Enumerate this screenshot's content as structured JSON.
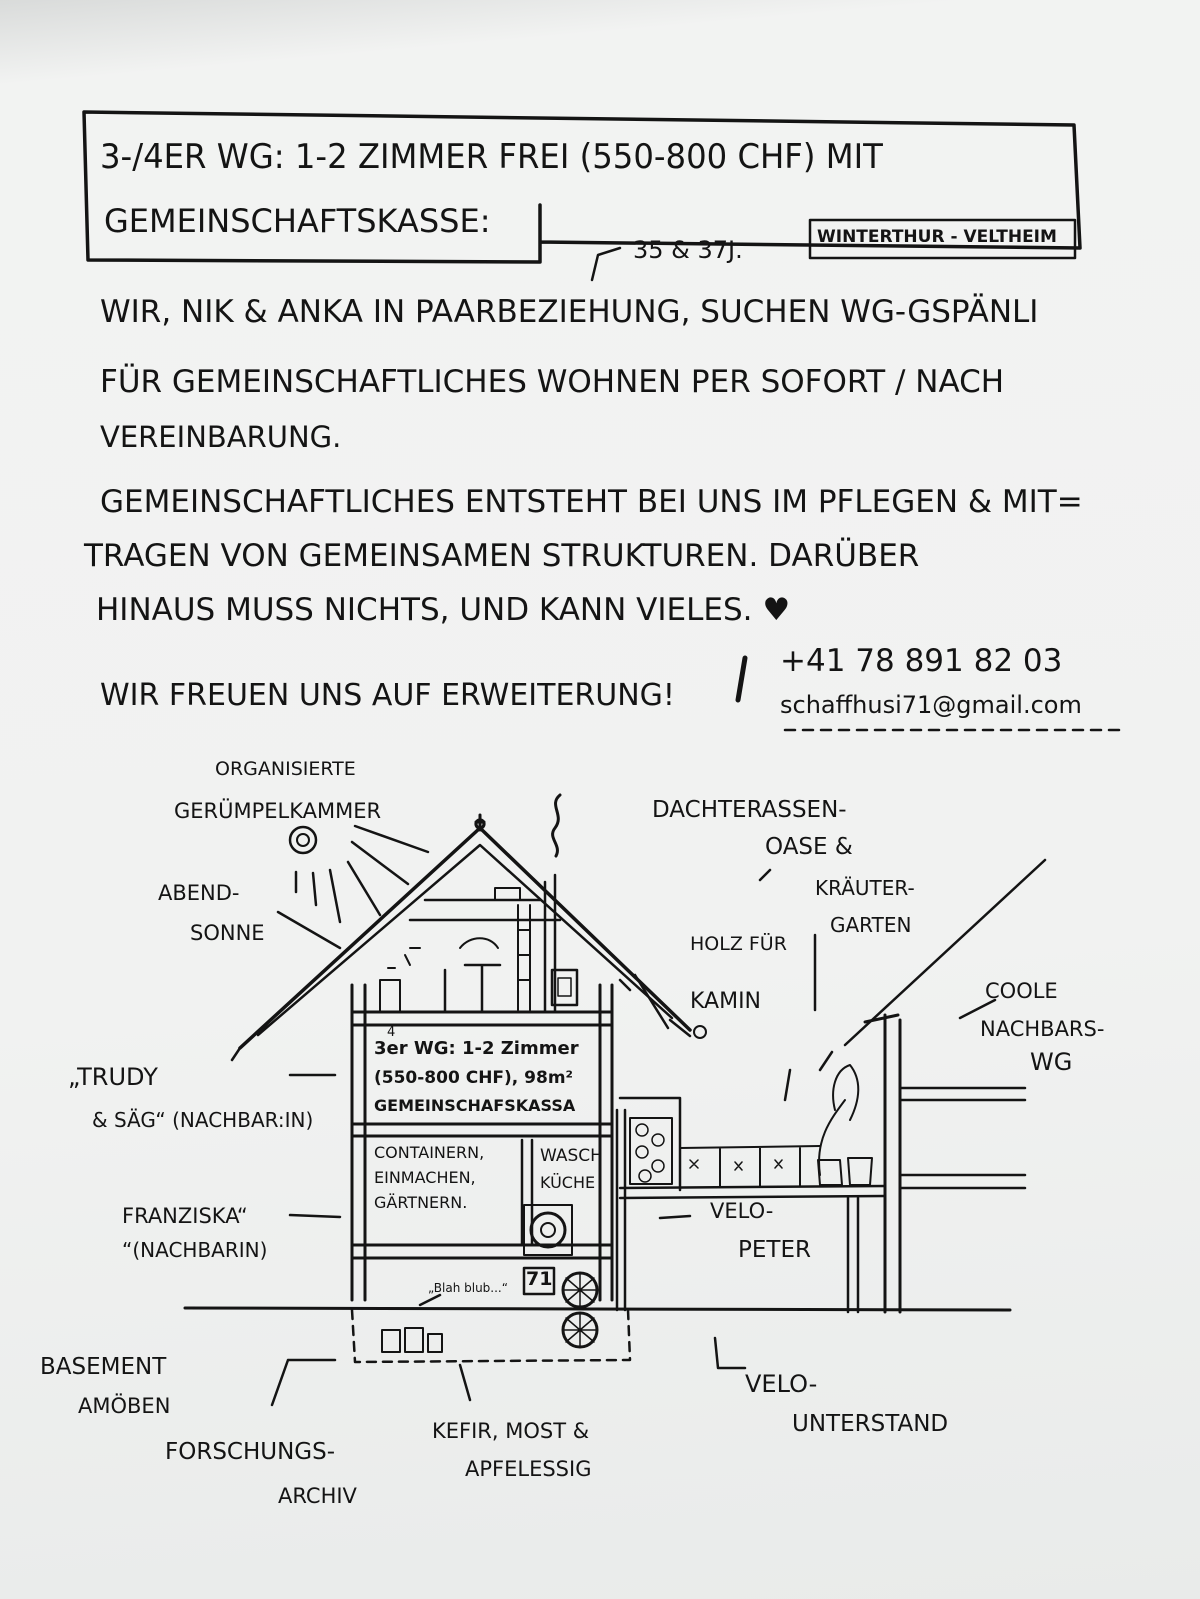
{
  "title_box": {
    "line1": "3-/4ER WG: 1-2 ZIMMER FREI (550-800 CHF) MIT",
    "line2": "GEMEINSCHAFTSKASSE:"
  },
  "location_tag": "WINTERTHUR - VELTHEIM",
  "ages_note": "35 & 37J.",
  "body": {
    "line1": "WIR, NIK & ANKA IN PAARBEZIEHUNG, SUCHEN WG-GSPÄNLI",
    "line2": "FÜR GEMEINSCHAFTLICHES WOHNEN PER SOFORT / NACH",
    "line3": "VEREINBARUNG.",
    "line4": "GEMEINSCHAFTLICHES ENTSTEHT BEI UNS IM PFLEGEN & MIT=",
    "line5": "TRAGEN VON GEMEINSAMEN STRUKTUREN. DARÜBER",
    "line6": "HINAUS MUSS NICHTS, UND KANN VIELES. ♥",
    "line7": "WIR FREUEN UNS AUF ERWEITERUNG!"
  },
  "contact": {
    "phone": "+41 78 891 82 03",
    "email": "schaffhusi71@gmail.com"
  },
  "sketch_labels": {
    "organized_room": "ORGANISIERTE",
    "organized_room2": "GERÜMPELKAMMER",
    "evening_sun": "ABEND-",
    "evening_sun2": "SONNE",
    "roof_terrace": "DACHTERASSEN-",
    "roof_terrace2": "OASE &",
    "herb_garden": "KRÄUTER-",
    "herb_garden2": "GARTEN",
    "wood_for_fireplace": "HOLZ FÜR",
    "wood_for_fireplace2": "KAMIN",
    "cool_neighbor": "COOLE",
    "cool_neighbor2": "NACHBARS-",
    "cool_neighbor3": "WG",
    "neighbors_trudy": "„TRUDY",
    "neighbors_trudy2": "& SÄG“ (NACHBAR:IN)",
    "franziska": "FRANZISKA“",
    "franziska2": "“(NACHBARIN)",
    "apartment_line1": "3er WG: 1-2 Zimmer",
    "apartment_line2": "(550-800 CHF), 98m²",
    "apartment_line3": "GEMEINSCHAFSKASSA",
    "apartment_4er": "4",
    "storage_line1": "CONTAINERN,",
    "storage_line2": "EINMACHEN,",
    "storage_line3": "GÄRTNERN.",
    "laundry_line1": "WASCH",
    "laundry_line2": "KÜCHE",
    "velo_peter": "VELO-",
    "velo_peter2": "PETER",
    "blah": "„Blah blub...“",
    "house_number": "71",
    "basement": "BASEMENT",
    "basement2": "AMÖBEN",
    "research": "FORSCHUNGS-",
    "research2": "ARCHIV",
    "kefir": "KEFIR, MOST &",
    "kefir2": "APFELESSIG",
    "bike_shelter": "VELO-",
    "bike_shelter2": "UNTERSTAND"
  }
}
